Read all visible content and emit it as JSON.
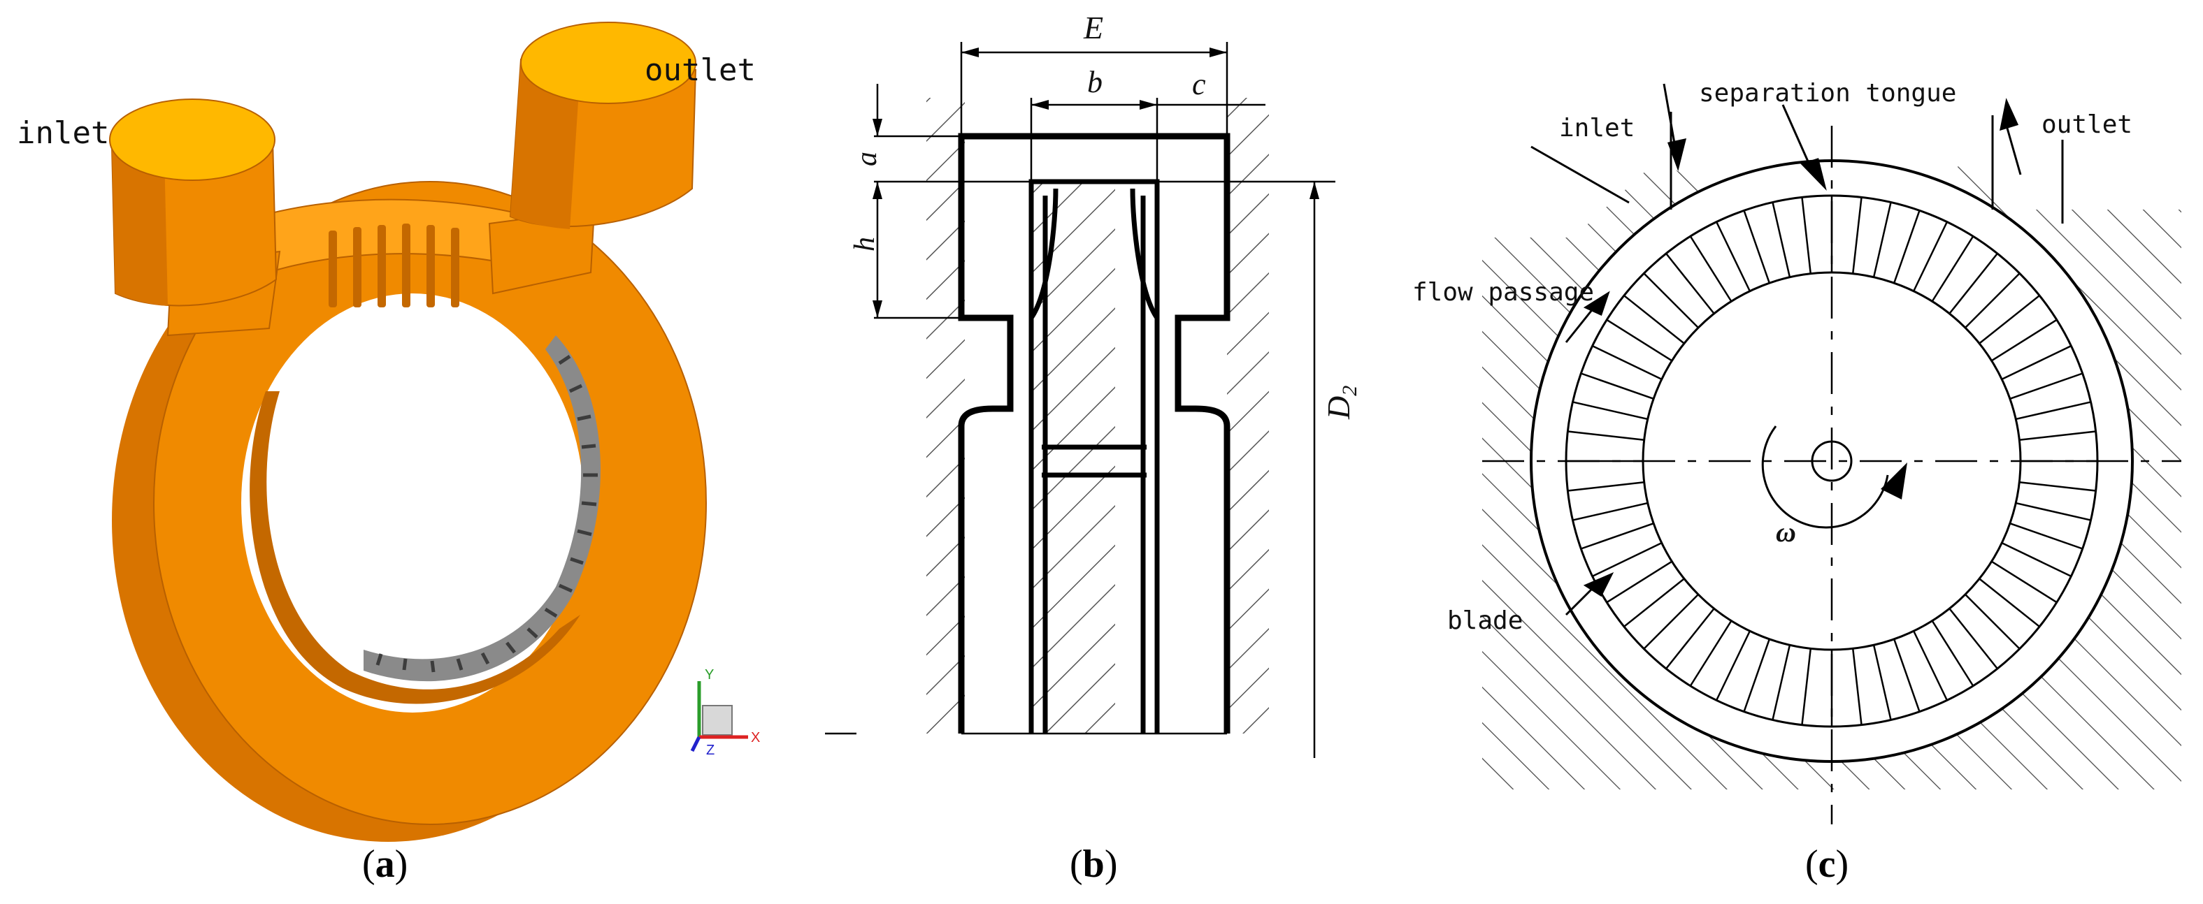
{
  "panel_a": {
    "inlet_label": "inlet",
    "outlet_label": "outlet",
    "caption_letter": "a",
    "axis_y": "Y",
    "axis_x": "X",
    "axis_z": "Z",
    "colors": {
      "body": "#f08a00",
      "body_light": "#ffa41a",
      "body_dark": "#d87400",
      "top_face": "#ffb800",
      "blade": "#8a8a8a"
    }
  },
  "panel_b": {
    "dim_E": "E",
    "dim_b": "b",
    "dim_c": "c",
    "dim_a": "a",
    "dim_h": "h",
    "dim_D": "D",
    "dim_D_sub": "2",
    "caption_letter": "b"
  },
  "panel_c": {
    "inlet_label": "inlet",
    "outlet_label": "outlet",
    "tongue_label": "separation tongue",
    "passage_label": "flow passage",
    "blade_label": "blade",
    "omega_label": "ω",
    "caption_letter": "c"
  }
}
